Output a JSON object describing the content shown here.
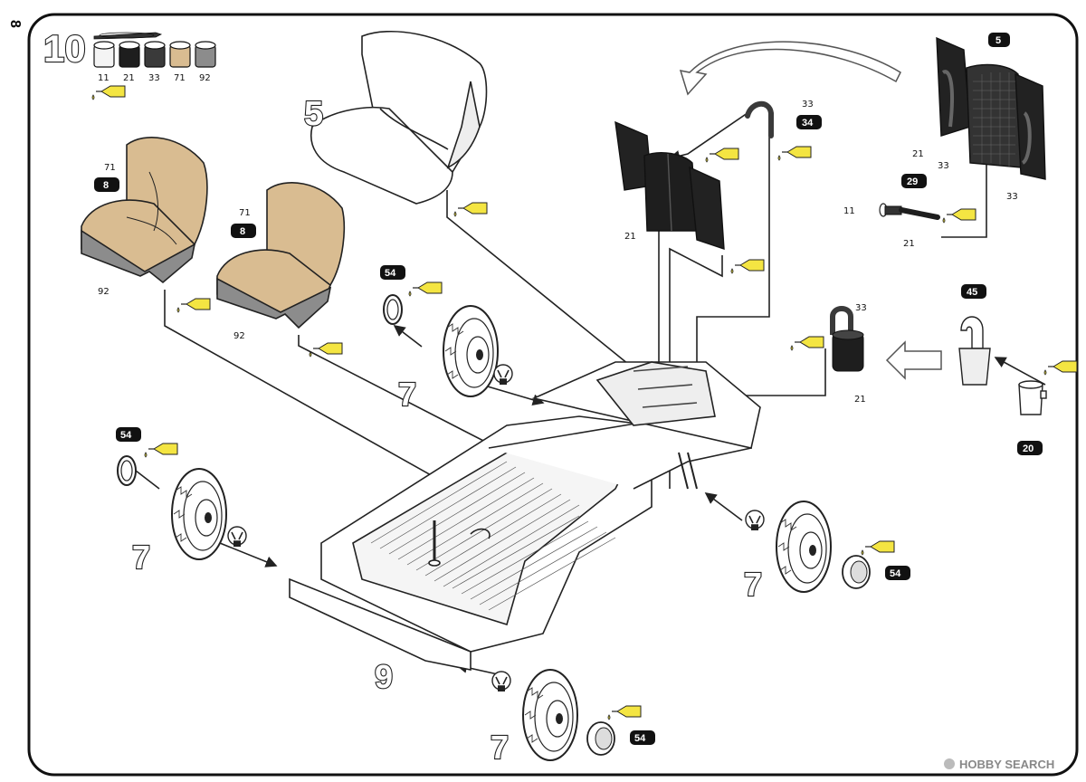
{
  "page": {
    "page_number": "8",
    "step_number": "10"
  },
  "paints": [
    {
      "code": "11",
      "color": "#f4f4f4"
    },
    {
      "code": "21",
      "color": "#1e1e1e"
    },
    {
      "code": "33",
      "color": "#3a3a3a"
    },
    {
      "code": "71",
      "color": "#d9bc91"
    },
    {
      "code": "92",
      "color": "#8c8c8c"
    }
  ],
  "sub_steps": {
    "s5": "5",
    "s7a": "7",
    "s7b": "7",
    "s7c": "7",
    "s7d": "7",
    "s9": "9"
  },
  "badges": {
    "b8a": "8",
    "b8b": "8",
    "b54a": "54",
    "b54b": "54",
    "b54c": "54",
    "b54d": "54",
    "b34": "34",
    "b5": "5",
    "b29": "29",
    "b45": "45",
    "b20": "20"
  },
  "callouts": {
    "c71a": "71",
    "c92a": "92",
    "c71b": "71",
    "c92b": "92",
    "c33top": "33",
    "c21panel": "21",
    "c21back": "21",
    "c33back1": "33",
    "c33back2": "33",
    "c11rod": "11",
    "c21rod": "21",
    "c33filter": "33",
    "c21filter": "21"
  },
  "watermark": "HOBBY SEARCH",
  "icons": {
    "paint_brush": "brush-icon",
    "glue": "glue-tube-icon",
    "move_arrow": "curved-arrow-icon",
    "cement": "cement-icon"
  }
}
